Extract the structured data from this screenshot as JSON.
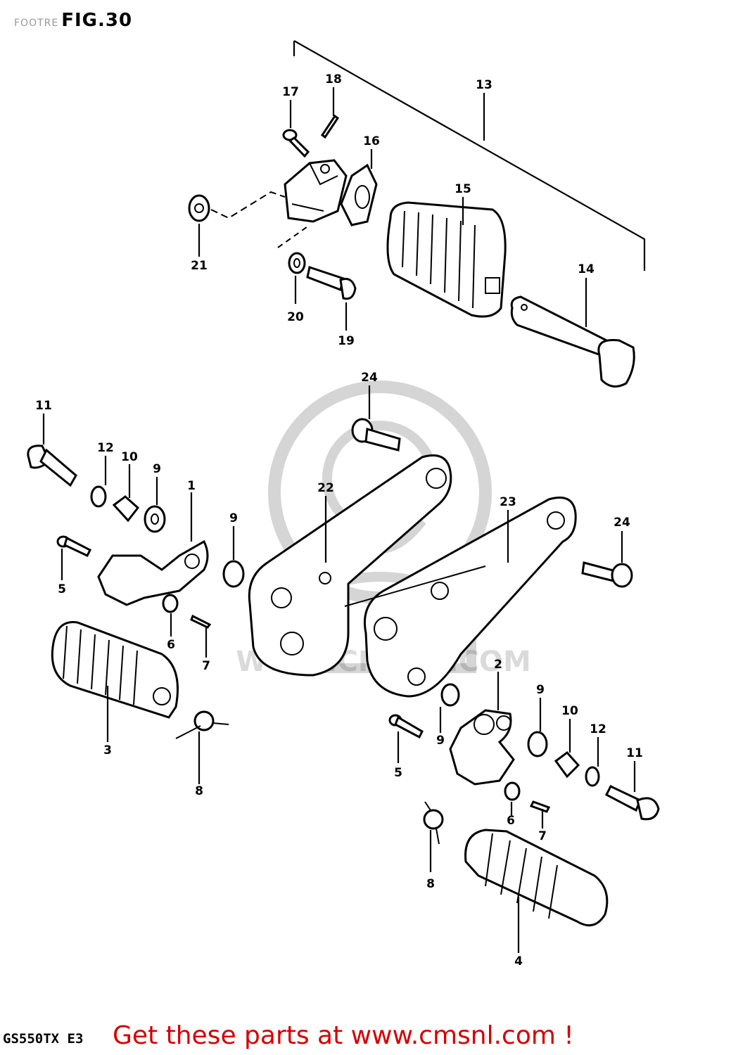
{
  "header": {
    "faint_text": "FOOTRE",
    "figure_label": "FIG.30"
  },
  "model_code": "GS550TX  E3",
  "watermark_text": "WWW.CMSNL.COM",
  "footer": {
    "link_text": "Get these parts at www.cmsnl.com !",
    "link_color": "#d40000"
  },
  "callouts": [
    {
      "id": "1",
      "text": "1"
    },
    {
      "id": "2",
      "text": "2"
    },
    {
      "id": "3",
      "text": "3"
    },
    {
      "id": "4",
      "text": "4"
    },
    {
      "id": "5a",
      "text": "5"
    },
    {
      "id": "5b",
      "text": "5"
    },
    {
      "id": "6a",
      "text": "6"
    },
    {
      "id": "6b",
      "text": "6"
    },
    {
      "id": "7a",
      "text": "7"
    },
    {
      "id": "7b",
      "text": "7"
    },
    {
      "id": "8a",
      "text": "8"
    },
    {
      "id": "8b",
      "text": "8"
    },
    {
      "id": "9a",
      "text": "9"
    },
    {
      "id": "9b",
      "text": "9"
    },
    {
      "id": "9c",
      "text": "9"
    },
    {
      "id": "9d",
      "text": "9"
    },
    {
      "id": "10a",
      "text": "10"
    },
    {
      "id": "10b",
      "text": "10"
    },
    {
      "id": "11a",
      "text": "11"
    },
    {
      "id": "11b",
      "text": "11"
    },
    {
      "id": "12a",
      "text": "12"
    },
    {
      "id": "12b",
      "text": "12"
    },
    {
      "id": "13",
      "text": "13"
    },
    {
      "id": "14",
      "text": "14"
    },
    {
      "id": "15",
      "text": "15"
    },
    {
      "id": "16",
      "text": "16"
    },
    {
      "id": "17",
      "text": "17"
    },
    {
      "id": "18",
      "text": "18"
    },
    {
      "id": "19",
      "text": "19"
    },
    {
      "id": "20",
      "text": "20"
    },
    {
      "id": "21",
      "text": "21"
    },
    {
      "id": "22",
      "text": "22"
    },
    {
      "id": "23",
      "text": "23"
    },
    {
      "id": "24a",
      "text": "24"
    },
    {
      "id": "24b",
      "text": "24"
    }
  ]
}
